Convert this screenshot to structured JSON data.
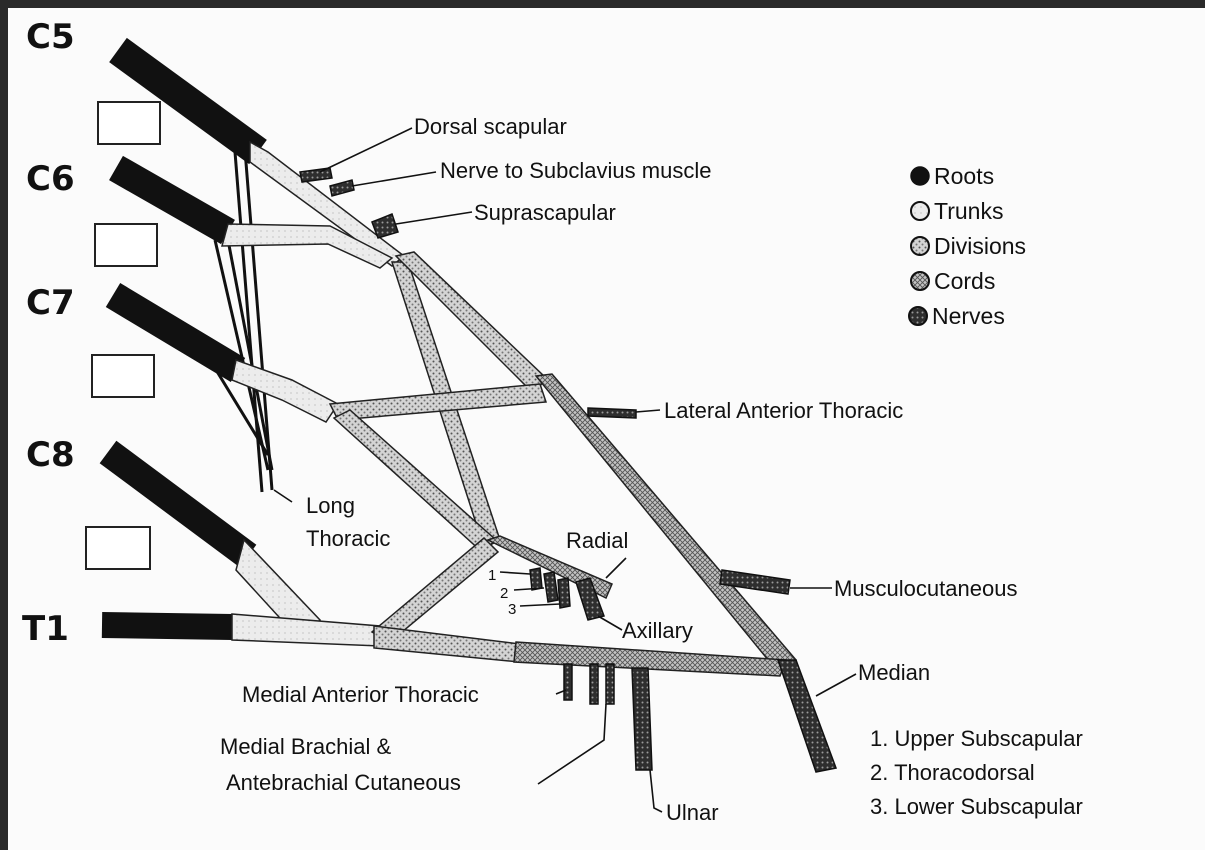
{
  "roots": [
    "C5",
    "C6",
    "C7",
    "C8",
    "T1"
  ],
  "labels": {
    "dorsal_scapular": "Dorsal scapular",
    "nerve_to_subclavius": "Nerve to Subclavius muscle",
    "suprascapular": "Suprascapular",
    "lateral_anterior_thoracic": "Lateral Anterior Thoracic",
    "long_thoracic_1": "Long",
    "long_thoracic_2": "Thoracic",
    "radial": "Radial",
    "musculocutaneous": "Musculocutaneous",
    "axillary": "Axillary",
    "median": "Median",
    "medial_anterior_thoracic": "Medial Anterior Thoracic",
    "medial_brachial_1": "Medial Brachial &",
    "medial_brachial_2": "Antebrachial Cutaneous",
    "ulnar": "Ulnar",
    "branch_num_1": "1",
    "branch_num_2": "2",
    "branch_num_3": "3"
  },
  "legend": [
    {
      "label": "Roots",
      "pattern": "solid-black"
    },
    {
      "label": "Trunks",
      "pattern": "light"
    },
    {
      "label": "Divisions",
      "pattern": "dotted"
    },
    {
      "label": "Cords",
      "pattern": "crosshatch"
    },
    {
      "label": "Nerves",
      "pattern": "dark"
    }
  ],
  "footnotes": [
    "1. Upper Subscapular",
    "2. Thoracodorsal",
    "3. Lower Subscapular"
  ],
  "colors": {
    "root": "#111111",
    "trunk": "#e6e6e6",
    "division": "#c9c9c9",
    "cord": "#b3b3b3",
    "nerve": "#3a3a3a"
  }
}
